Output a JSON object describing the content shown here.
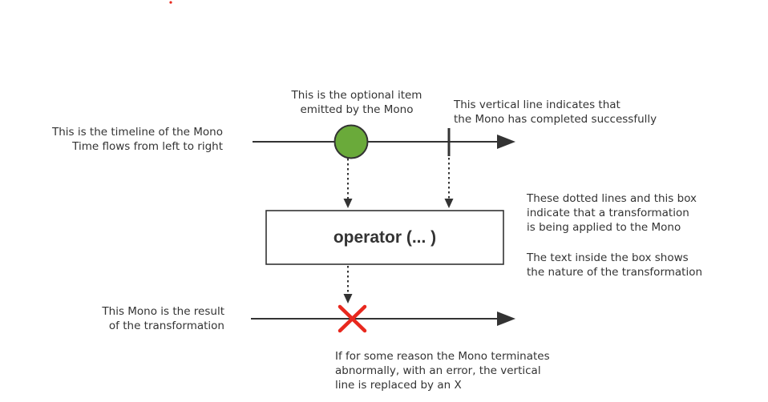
{
  "diagram": {
    "notes": {
      "timeline": [
        "This is the timeline of the Mono",
        "Time flows from left to right"
      ],
      "item": [
        "This is the optional item",
        "emitted by the Mono"
      ],
      "complete": [
        "This vertical line indicates that",
        "the Mono has completed successfully"
      ],
      "transform": [
        "These dotted lines and this box",
        "indicate that a transformation",
        "is being applied to the Mono"
      ],
      "box_text": [
        "The text inside the box shows",
        "the nature of the transformation"
      ],
      "result": [
        "This Mono is the result",
        "of the transformation"
      ],
      "error": [
        "If for some reason the Mono terminates",
        "abnormally, with an error, the vertical",
        "line is replaced by an X"
      ]
    },
    "operator_label": "operator (... )",
    "colors": {
      "item_fill": "#6aaa3a",
      "item_stroke": "#333333",
      "line": "#333333",
      "error_x": "#e8281e",
      "box_border": "#333333",
      "stray_dot": "#e8281e"
    }
  }
}
